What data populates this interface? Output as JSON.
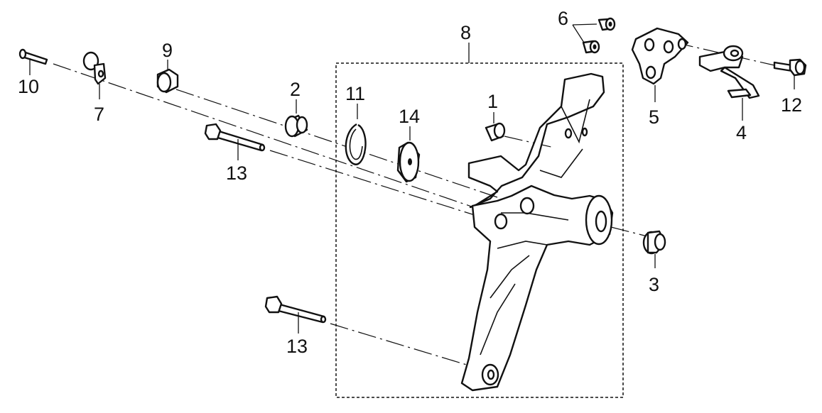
{
  "callouts": {
    "c1": "1",
    "c2": "2",
    "c3": "3",
    "c4": "4",
    "c5": "5",
    "c6": "6",
    "c7": "7",
    "c8": "8",
    "c9": "9",
    "c10": "10",
    "c11": "11",
    "c12": "12",
    "c13a": "13",
    "c13b": "13",
    "c14": "14"
  }
}
